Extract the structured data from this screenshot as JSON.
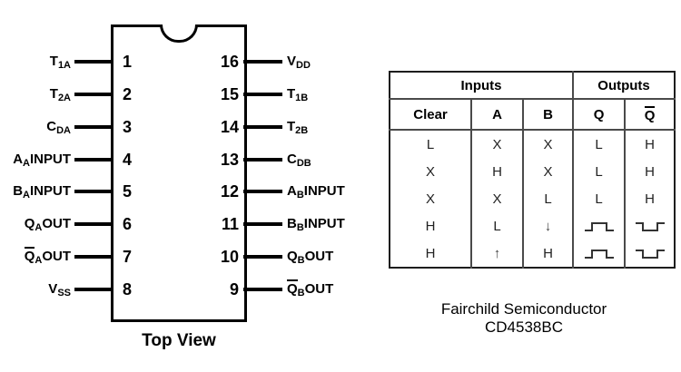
{
  "pinout": {
    "title": "Top View",
    "left_pins": [
      {
        "number": "1",
        "label": [
          {
            "t": "T"
          },
          {
            "t": "1A",
            "sub": true
          }
        ]
      },
      {
        "number": "2",
        "label": [
          {
            "t": "T"
          },
          {
            "t": "2A",
            "sub": true
          }
        ]
      },
      {
        "number": "3",
        "label": [
          {
            "t": "C"
          },
          {
            "t": "DA",
            "sub": true
          }
        ]
      },
      {
        "number": "4",
        "label": [
          {
            "t": "A"
          },
          {
            "t": "A",
            "sub": true
          },
          {
            "t": "INPUT"
          }
        ]
      },
      {
        "number": "5",
        "label": [
          {
            "t": "B"
          },
          {
            "t": "A",
            "sub": true
          },
          {
            "t": "INPUT"
          }
        ]
      },
      {
        "number": "6",
        "label": [
          {
            "t": "Q"
          },
          {
            "t": "A",
            "sub": true
          },
          {
            "t": "OUT"
          }
        ]
      },
      {
        "number": "7",
        "label": [
          {
            "t": "Q",
            "over": true
          },
          {
            "t": "A",
            "sub": true
          },
          {
            "t": "OUT"
          }
        ]
      },
      {
        "number": "8",
        "label": [
          {
            "t": "V"
          },
          {
            "t": "SS",
            "sub": true
          }
        ]
      }
    ],
    "right_pins": [
      {
        "number": "16",
        "label": [
          {
            "t": "V"
          },
          {
            "t": "DD",
            "sub": true
          }
        ]
      },
      {
        "number": "15",
        "label": [
          {
            "t": "T"
          },
          {
            "t": "1B",
            "sub": true
          }
        ]
      },
      {
        "number": "14",
        "label": [
          {
            "t": "T"
          },
          {
            "t": "2B",
            "sub": true
          }
        ]
      },
      {
        "number": "13",
        "label": [
          {
            "t": "C"
          },
          {
            "t": "DB",
            "sub": true
          }
        ]
      },
      {
        "number": "12",
        "label": [
          {
            "t": "A"
          },
          {
            "t": "B",
            "sub": true
          },
          {
            "t": "INPUT"
          }
        ]
      },
      {
        "number": "11",
        "label": [
          {
            "t": "B"
          },
          {
            "t": "B",
            "sub": true
          },
          {
            "t": "INPUT"
          }
        ]
      },
      {
        "number": "10",
        "label": [
          {
            "t": "Q"
          },
          {
            "t": "B",
            "sub": true
          },
          {
            "t": "OUT"
          }
        ]
      },
      {
        "number": "9",
        "label": [
          {
            "t": "Q",
            "over": true
          },
          {
            "t": "B",
            "sub": true
          },
          {
            "t": "OUT"
          }
        ]
      }
    ]
  },
  "truth_table": {
    "group_headers": [
      {
        "label": "Inputs",
        "span": 3
      },
      {
        "label": "Outputs",
        "span": 2
      }
    ],
    "columns": [
      {
        "label": "Clear"
      },
      {
        "label": "A"
      },
      {
        "label": "B"
      },
      {
        "label": "Q"
      },
      {
        "label": "Q",
        "over": true
      }
    ],
    "rows": [
      [
        "L",
        "X",
        "X",
        "L",
        "H"
      ],
      [
        "X",
        "H",
        "X",
        "L",
        "H"
      ],
      [
        "X",
        "X",
        "L",
        "L",
        "H"
      ],
      [
        "H",
        "L",
        "↓",
        "pulse-high",
        "pulse-low"
      ],
      [
        "H",
        "↑",
        "H",
        "pulse-high",
        "pulse-low"
      ]
    ],
    "symbols": {
      "pulse-high": "positive-going pulse waveform",
      "pulse-low": "negative-going pulse waveform",
      "↓": "falling edge",
      "↑": "rising edge"
    }
  },
  "caption": {
    "line1": "Fairchild Semiconductor",
    "line2": "CD4538BC"
  },
  "colors": {
    "ink": "#000000",
    "table_line": "#4a4a4a",
    "table_body_text": "#222222"
  }
}
